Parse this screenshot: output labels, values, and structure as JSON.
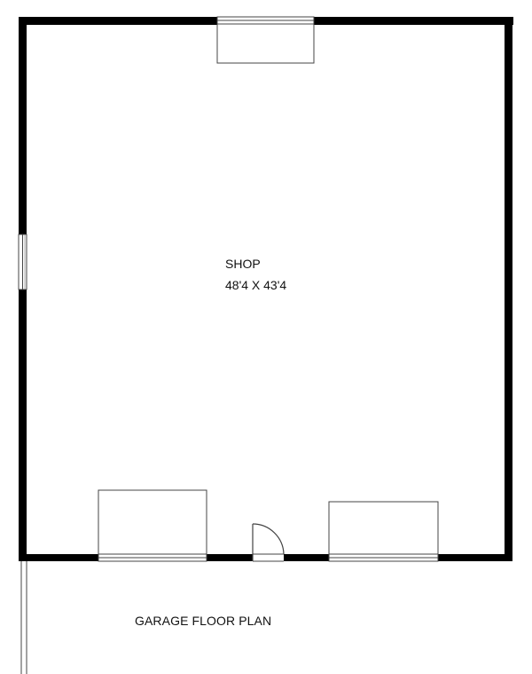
{
  "plan": {
    "room": {
      "name": "SHOP",
      "dimensions": "48'4 X 43'4"
    },
    "title": "GARAGE FLOOR PLAN"
  },
  "colors": {
    "wall": "#000000",
    "line": "#444444",
    "background": "#ffffff"
  }
}
